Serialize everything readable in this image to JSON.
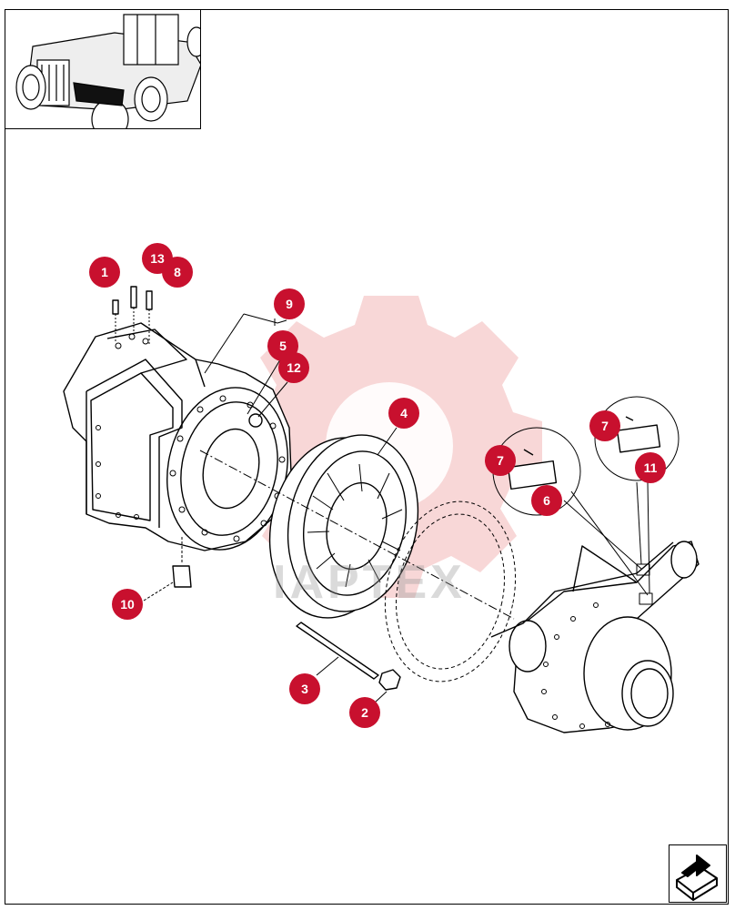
{
  "colors": {
    "callout_fill": "#c8102e",
    "line": "#000000",
    "watermark": "#f4c4c4"
  },
  "watermark": {
    "text": "IAPTEX"
  },
  "callouts": [
    {
      "id": "c1",
      "label": "1"
    },
    {
      "id": "c13",
      "label": "13"
    },
    {
      "id": "c8",
      "label": "8"
    },
    {
      "id": "c9",
      "label": "9"
    },
    {
      "id": "c5",
      "label": "5"
    },
    {
      "id": "c12",
      "label": "12"
    },
    {
      "id": "c4",
      "label": "4"
    },
    {
      "id": "c7a",
      "label": "7"
    },
    {
      "id": "c7b",
      "label": "7"
    },
    {
      "id": "c11",
      "label": "11"
    },
    {
      "id": "c6",
      "label": "6"
    },
    {
      "id": "c10",
      "label": "10"
    },
    {
      "id": "c3",
      "label": "3"
    },
    {
      "id": "c2",
      "label": "2"
    }
  ],
  "nav": {
    "icon": "next-page-arrow-icon"
  }
}
